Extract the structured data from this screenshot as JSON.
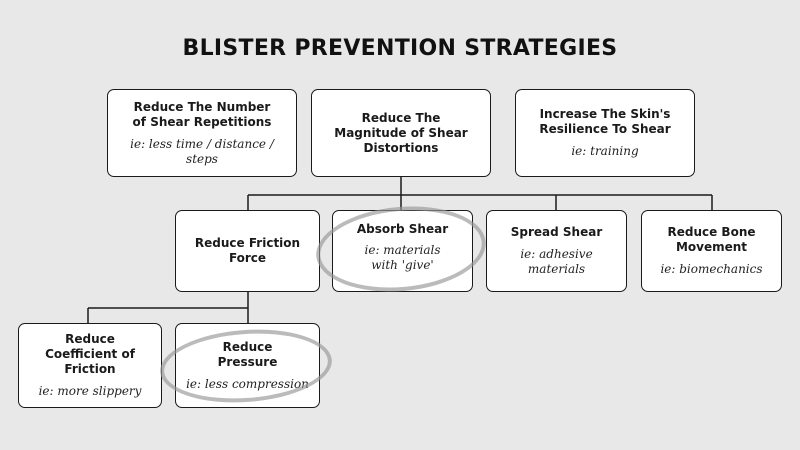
{
  "title": "BLISTER PREVENTION STRATEGIES",
  "nodes": [
    {
      "id": "reduce-shear-repetitions",
      "label": "Reduce The Number of Shear Repetitions",
      "example": "ie: less time / distance / steps"
    },
    {
      "id": "reduce-shear-magnitude",
      "label": "Reduce The Magnitude of Shear Distortions",
      "example": ""
    },
    {
      "id": "increase-skin-resilience",
      "label": "Increase The Skin's Resilience To Shear",
      "example": "ie: training"
    },
    {
      "id": "reduce-friction-force",
      "label": "Reduce Friction Force",
      "example": ""
    },
    {
      "id": "absorb-shear",
      "label": "Absorb Shear",
      "example": "ie: materials with 'give'"
    },
    {
      "id": "spread-shear",
      "label": "Spread Shear",
      "example": "ie: adhesive materials"
    },
    {
      "id": "reduce-bone-movement",
      "label": "Reduce Bone Movement",
      "example": "ie: biomechanics"
    },
    {
      "id": "reduce-coefficient-friction",
      "label": "Reduce Coefficient of Friction",
      "example": "ie: more slippery"
    },
    {
      "id": "reduce-pressure",
      "label": "Reduce Pressure",
      "example": "ie: less compression"
    }
  ],
  "edges": [
    {
      "from": "reduce-shear-magnitude",
      "to": "reduce-friction-force"
    },
    {
      "from": "reduce-shear-magnitude",
      "to": "absorb-shear"
    },
    {
      "from": "reduce-shear-magnitude",
      "to": "spread-shear"
    },
    {
      "from": "reduce-shear-magnitude",
      "to": "reduce-bone-movement"
    },
    {
      "from": "reduce-friction-force",
      "to": "reduce-coefficient-friction"
    },
    {
      "from": "reduce-friction-force",
      "to": "reduce-pressure"
    }
  ],
  "highlighted": [
    "absorb-shear",
    "reduce-pressure"
  ]
}
